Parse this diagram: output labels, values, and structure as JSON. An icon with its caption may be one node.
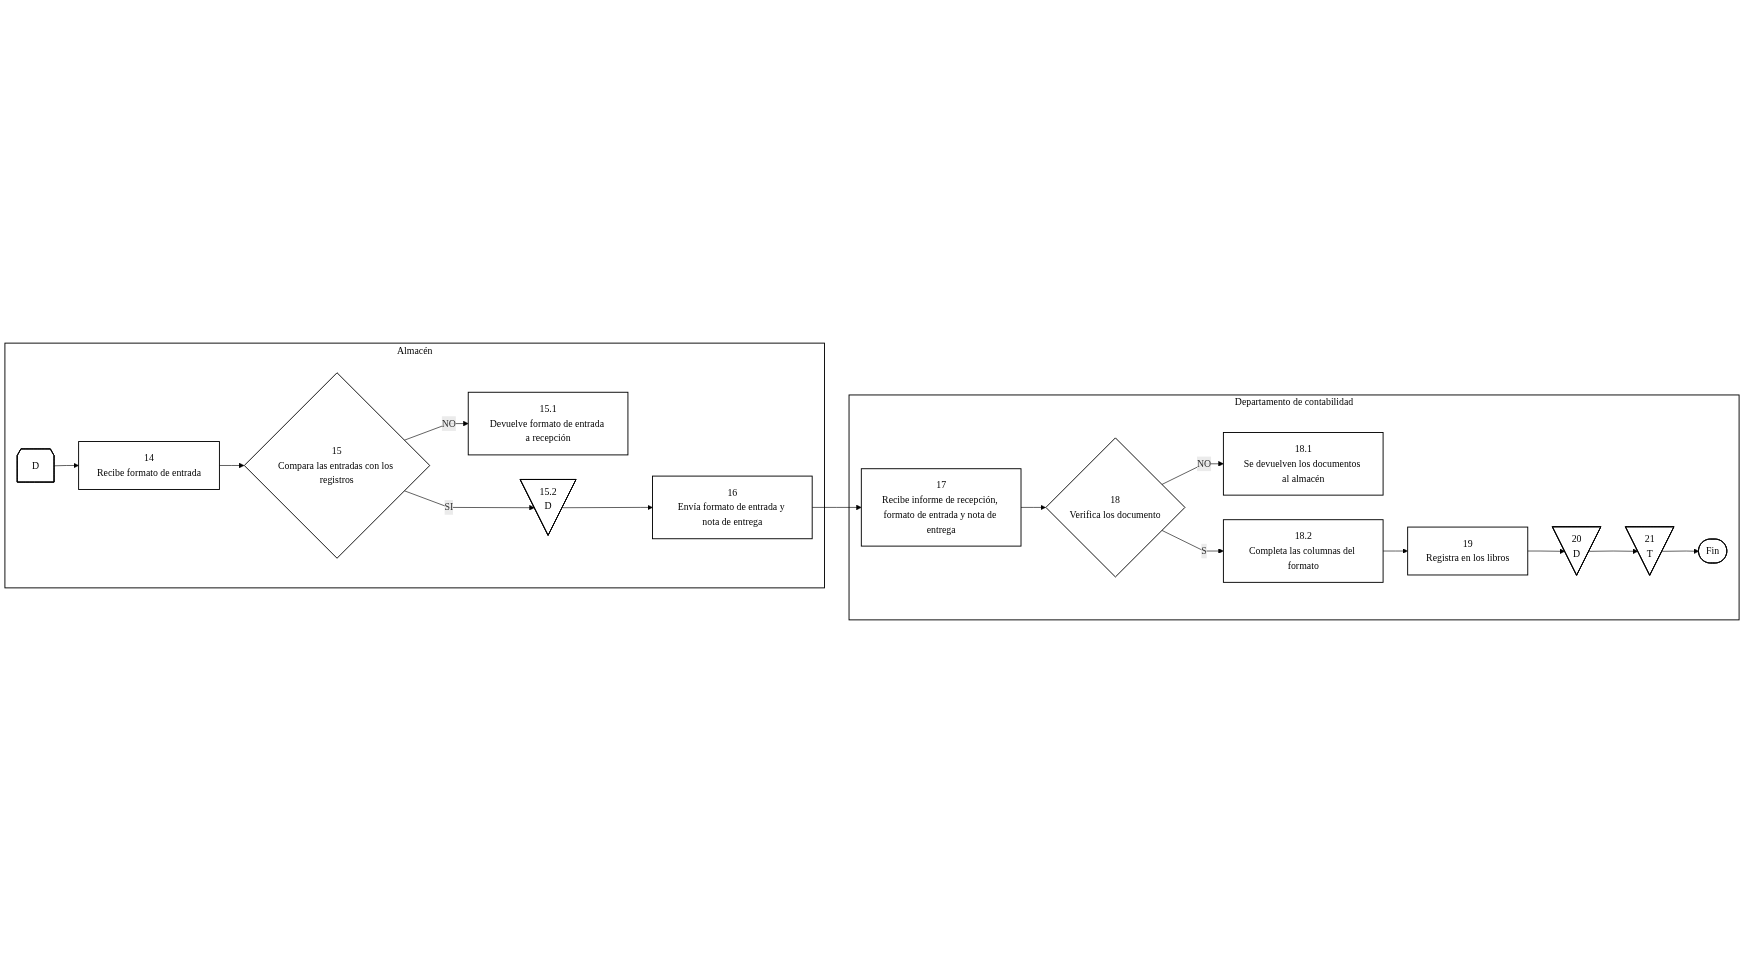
{
  "diagram": {
    "nodes": [
      {
        "text": [
          "Almacén"
        ]
      },
      {
        "text": [
          "Departamento de contabilidad"
        ]
      },
      {
        "text": [
          "D"
        ],
        "in": 0
      },
      {
        "text": [
          "14",
          "Recibe formato de entrada"
        ],
        "in": 0
      },
      {
        "text": [
          "15",
          "Compara las entradas con los registros"
        ],
        "in": 0
      },
      {
        "text": [
          "15.1",
          "Devuelve formato de entrada a recepción"
        ],
        "in": 0
      },
      {
        "text": [
          "15.2",
          "D"
        ],
        "in": 0
      },
      {
        "text": [
          "16",
          "Envía formato de entrada y nota de entrega"
        ],
        "in": 0
      },
      {
        "text": [
          "17",
          "Recibe informe de recepción, formato de entrada y nota de entrega"
        ],
        "in": 1
      },
      {
        "text": [
          "18",
          "Verifica los documento"
        ],
        "in": 1
      },
      {
        "text": [
          "18.1",
          "Se devuelven los documentos al almacén"
        ],
        "in": 1
      },
      {
        "text": [
          "18.2",
          "Completa las columnas del formato"
        ],
        "in": 1
      },
      {
        "text": [
          "19",
          "Registra en los libros"
        ],
        "in": 1
      },
      {
        "text": [
          "20",
          "D"
        ],
        "in": 1
      },
      {
        "text": [
          "21",
          "T"
        ],
        "in": 1
      },
      {
        "text": [
          "Fin"
        ],
        "in": 1
      }
    ],
    "edges": [
      {
        "from": 2,
        "to": 3,
        "arrow": "to"
      },
      {
        "from": 3,
        "to": 4,
        "arrow": "to"
      },
      {
        "from": 4,
        "to": 5,
        "arrow": "to",
        "label": "NO"
      },
      {
        "from": 4,
        "to": 6,
        "arrow": "to",
        "label": "SI"
      },
      {
        "from": 6,
        "to": 7,
        "arrow": "to"
      },
      {
        "from": 7,
        "to": 8,
        "arrow": "to"
      },
      {
        "from": 8,
        "to": 9,
        "arrow": "to"
      },
      {
        "from": 9,
        "to": 10,
        "arrow": "to",
        "label": "NO"
      },
      {
        "from": 9,
        "to": 11,
        "arrow": "to",
        "label": "S"
      },
      {
        "from": 11,
        "to": 12,
        "arrow": "to"
      },
      {
        "from": 12,
        "to": 13,
        "arrow": "to"
      },
      {
        "from": 13,
        "to": 14,
        "arrow": "to"
      },
      {
        "from": 14,
        "to": 15,
        "arrow": "to"
      }
    ]
  }
}
